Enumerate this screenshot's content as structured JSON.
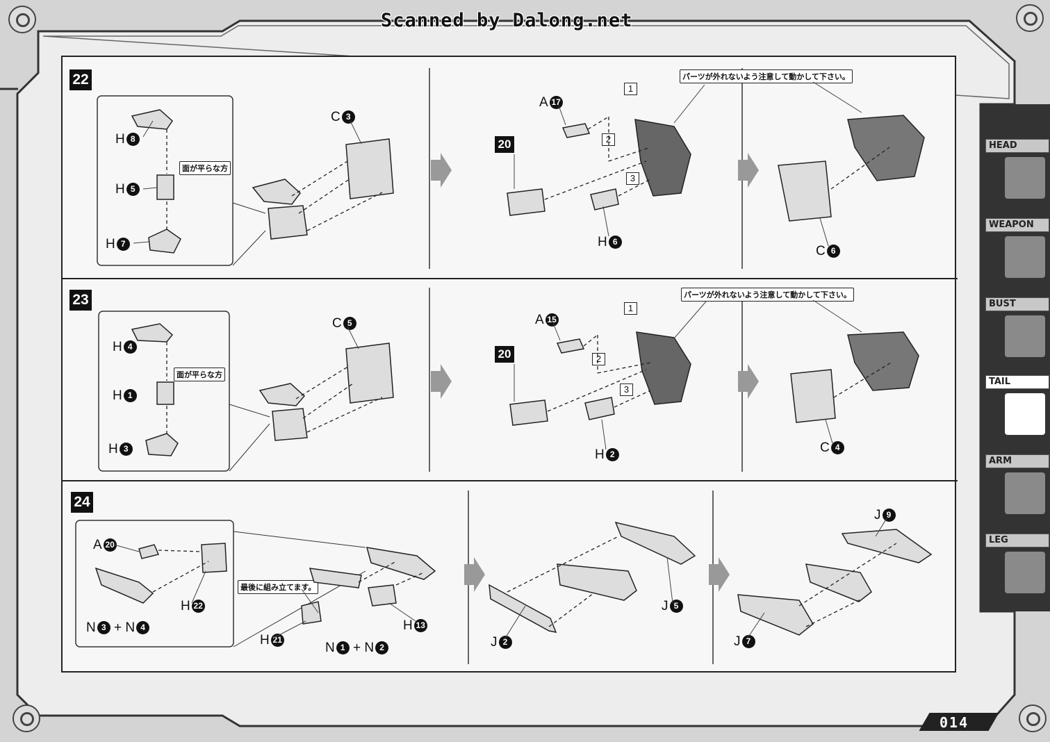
{
  "watermark": "Scanned by Dalong.net",
  "page_number": "014",
  "tabs": [
    {
      "label": "HEAD",
      "icon": "head-icon",
      "active": false
    },
    {
      "label": "WEAPON",
      "icon": "weapon-icon",
      "active": false
    },
    {
      "label": "BUST",
      "icon": "bust-icon",
      "active": false
    },
    {
      "label": "TAIL",
      "icon": "tail-icon",
      "active": true
    },
    {
      "label": "ARM",
      "icon": "arm-icon",
      "active": false
    },
    {
      "label": "LEG",
      "icon": "leg-icon",
      "active": false
    }
  ],
  "notes": {
    "flat_side": "面が平らな方",
    "careful_move": "パーツが外れないよう注意して動かして下さい。",
    "assemble_last": "最後に組み立てます。"
  },
  "steps": {
    "s22": {
      "number": "22",
      "subassembly_number": "20",
      "parts": {
        "h8": {
          "letter": "H",
          "num": "8"
        },
        "h5": {
          "letter": "H",
          "num": "5"
        },
        "h7": {
          "letter": "H",
          "num": "7"
        },
        "c3": {
          "letter": "C",
          "num": "3"
        },
        "a17": {
          "letter": "A",
          "num": "17"
        },
        "h6": {
          "letter": "H",
          "num": "6"
        },
        "c6": {
          "letter": "C",
          "num": "6"
        }
      },
      "order": [
        "1",
        "2",
        "3"
      ]
    },
    "s23": {
      "number": "23",
      "subassembly_number": "20",
      "parts": {
        "h4": {
          "letter": "H",
          "num": "4"
        },
        "h1": {
          "letter": "H",
          "num": "1"
        },
        "h3": {
          "letter": "H",
          "num": "3"
        },
        "c5": {
          "letter": "C",
          "num": "5"
        },
        "a15": {
          "letter": "A",
          "num": "15"
        },
        "h2": {
          "letter": "H",
          "num": "2"
        },
        "c4": {
          "letter": "C",
          "num": "4"
        }
      },
      "order": [
        "1",
        "2",
        "3"
      ]
    },
    "s24": {
      "number": "24",
      "parts": {
        "a20": {
          "letter": "A",
          "num": "20"
        },
        "h22": {
          "letter": "H",
          "num": "22"
        },
        "n3": {
          "letter": "N",
          "num": "3"
        },
        "n4": {
          "letter": "N",
          "num": "4"
        },
        "h21": {
          "letter": "H",
          "num": "21"
        },
        "n1": {
          "letter": "N",
          "num": "1"
        },
        "n2": {
          "letter": "N",
          "num": "2"
        },
        "h13": {
          "letter": "H",
          "num": "13"
        },
        "j2": {
          "letter": "J",
          "num": "2"
        },
        "j5": {
          "letter": "J",
          "num": "5"
        },
        "j9": {
          "letter": "J",
          "num": "9"
        },
        "j7": {
          "letter": "J",
          "num": "7"
        }
      },
      "plus": "+"
    }
  }
}
